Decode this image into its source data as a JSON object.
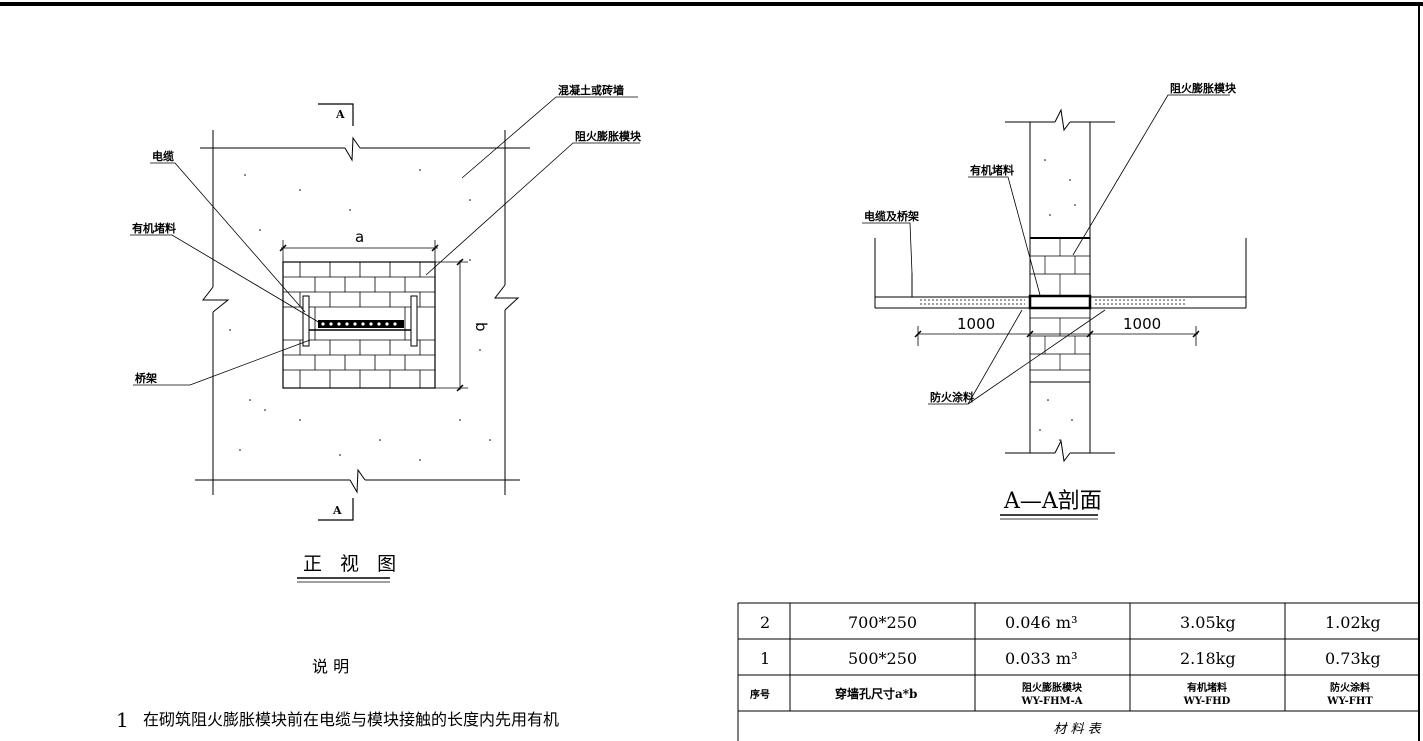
{
  "front_view": {
    "label_concrete": "混凝土或砖墙",
    "label_cable": "电缆",
    "label_fire_module": "阻火膨胀模块",
    "label_organic": "有机堵料",
    "label_tray": "桥架",
    "dim_a": "a",
    "dim_b": "b",
    "section_mark": "A",
    "title": "正 视 图"
  },
  "section_view": {
    "label_fire_module": "阻火膨胀模块",
    "label_organic": "有机堵料",
    "label_cable_tray": "电缆及桥架",
    "label_coating": "防火涂料",
    "dim_left": "1000",
    "dim_right": "1000",
    "title": "A—A剖面"
  },
  "notes": {
    "heading": "说  明",
    "item1_num": "1",
    "item1_text": "在砌筑阻火膨胀模块前在电缆与模块接触的长度内先用有机"
  },
  "material_table": {
    "rows": [
      {
        "no": "2",
        "size": "700*250",
        "module": "0.046  m³",
        "organic": "3.05kg",
        "coating": "1.02kg"
      },
      {
        "no": "1",
        "size": "500*250",
        "module": "0.033  m³",
        "organic": "2.18kg",
        "coating": "0.73kg"
      }
    ],
    "header": {
      "no": "序号",
      "size": "穿墙孔尺寸a*b",
      "module": "阻火膨胀模块",
      "module_code": "WY-FHM-A",
      "organic": "有机堵料",
      "organic_code": "WY-FHD",
      "coating": "防火涂料",
      "coating_code": "WY-FHT"
    },
    "caption": "材  料  表"
  }
}
